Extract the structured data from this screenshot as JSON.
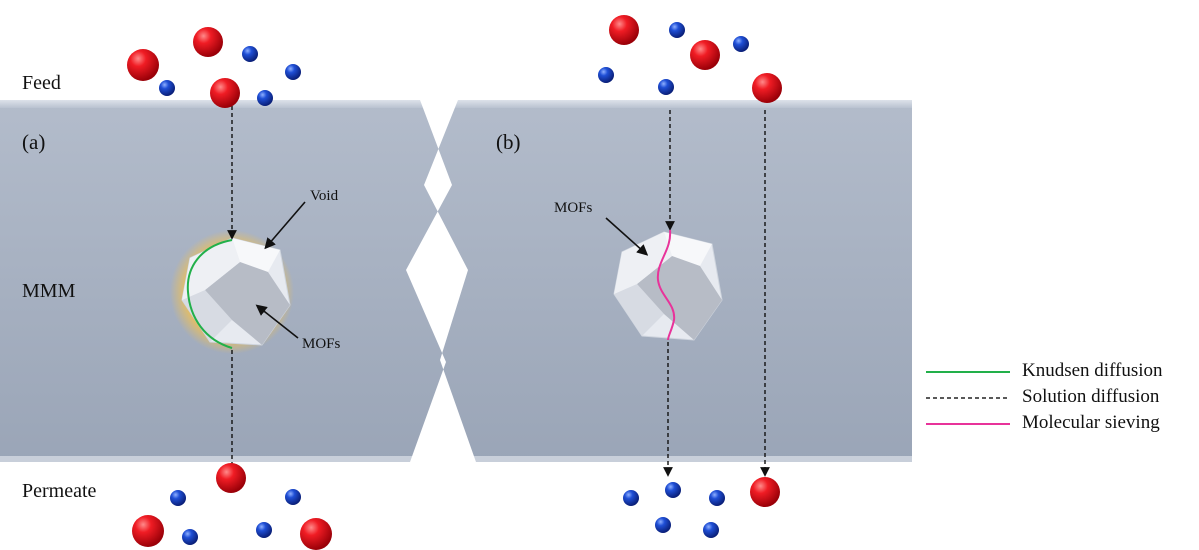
{
  "labels": {
    "feed": "Feed",
    "mmm": "MMM",
    "permeate": "Permeate",
    "panel_a": "(a)",
    "panel_b": "(b)",
    "void": "Void",
    "mofs_a": "MOFs",
    "mofs_b": "MOFs"
  },
  "legend": [
    {
      "label": "Knudsen diffusion",
      "color": "#22b04a",
      "style": "solid"
    },
    {
      "label": "Solution diffusion",
      "color": "#222222",
      "style": "dashed"
    },
    {
      "label": "Molecular sieving",
      "color": "#e8339a",
      "style": "solid"
    }
  ],
  "colors": {
    "membrane": "#a9b3c3",
    "membrane_edge": "#c9d1dd",
    "large_molecule": "#e10f1a",
    "small_molecule": "#1847c8",
    "void_glow": "#f6c24a"
  }
}
